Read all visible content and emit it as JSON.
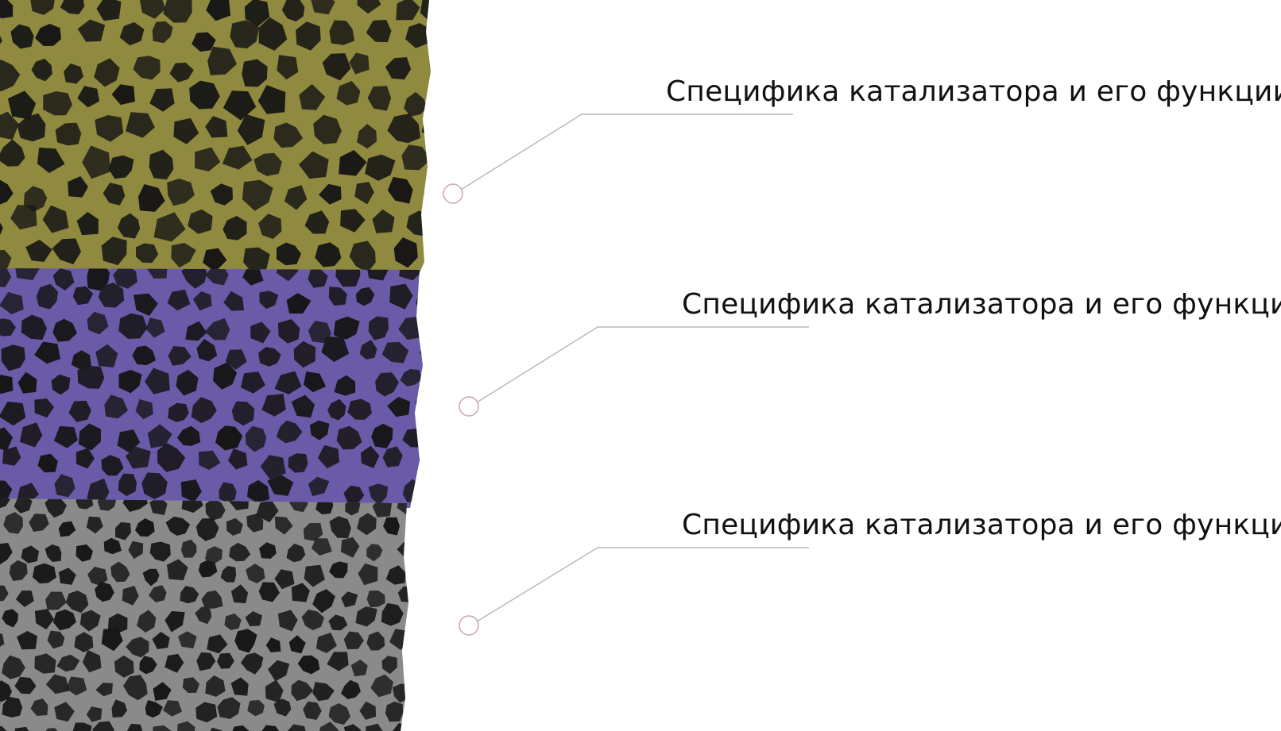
{
  "colors": {
    "layer_top": "#8f8a3f",
    "layer_middle": "#6a5aa8",
    "layer_bottom": "#8a8a8a",
    "pore_dark": "#151515",
    "leader_line": "#b9b9b9",
    "marker_fill": "#ffffff",
    "marker_stroke": "#c9a9ab"
  },
  "layers": [
    {
      "label": "Специфика катализатора и его функции"
    },
    {
      "label": "Специфика катализатора и его функции"
    },
    {
      "label": "Специфика катализатора и его функции"
    }
  ]
}
